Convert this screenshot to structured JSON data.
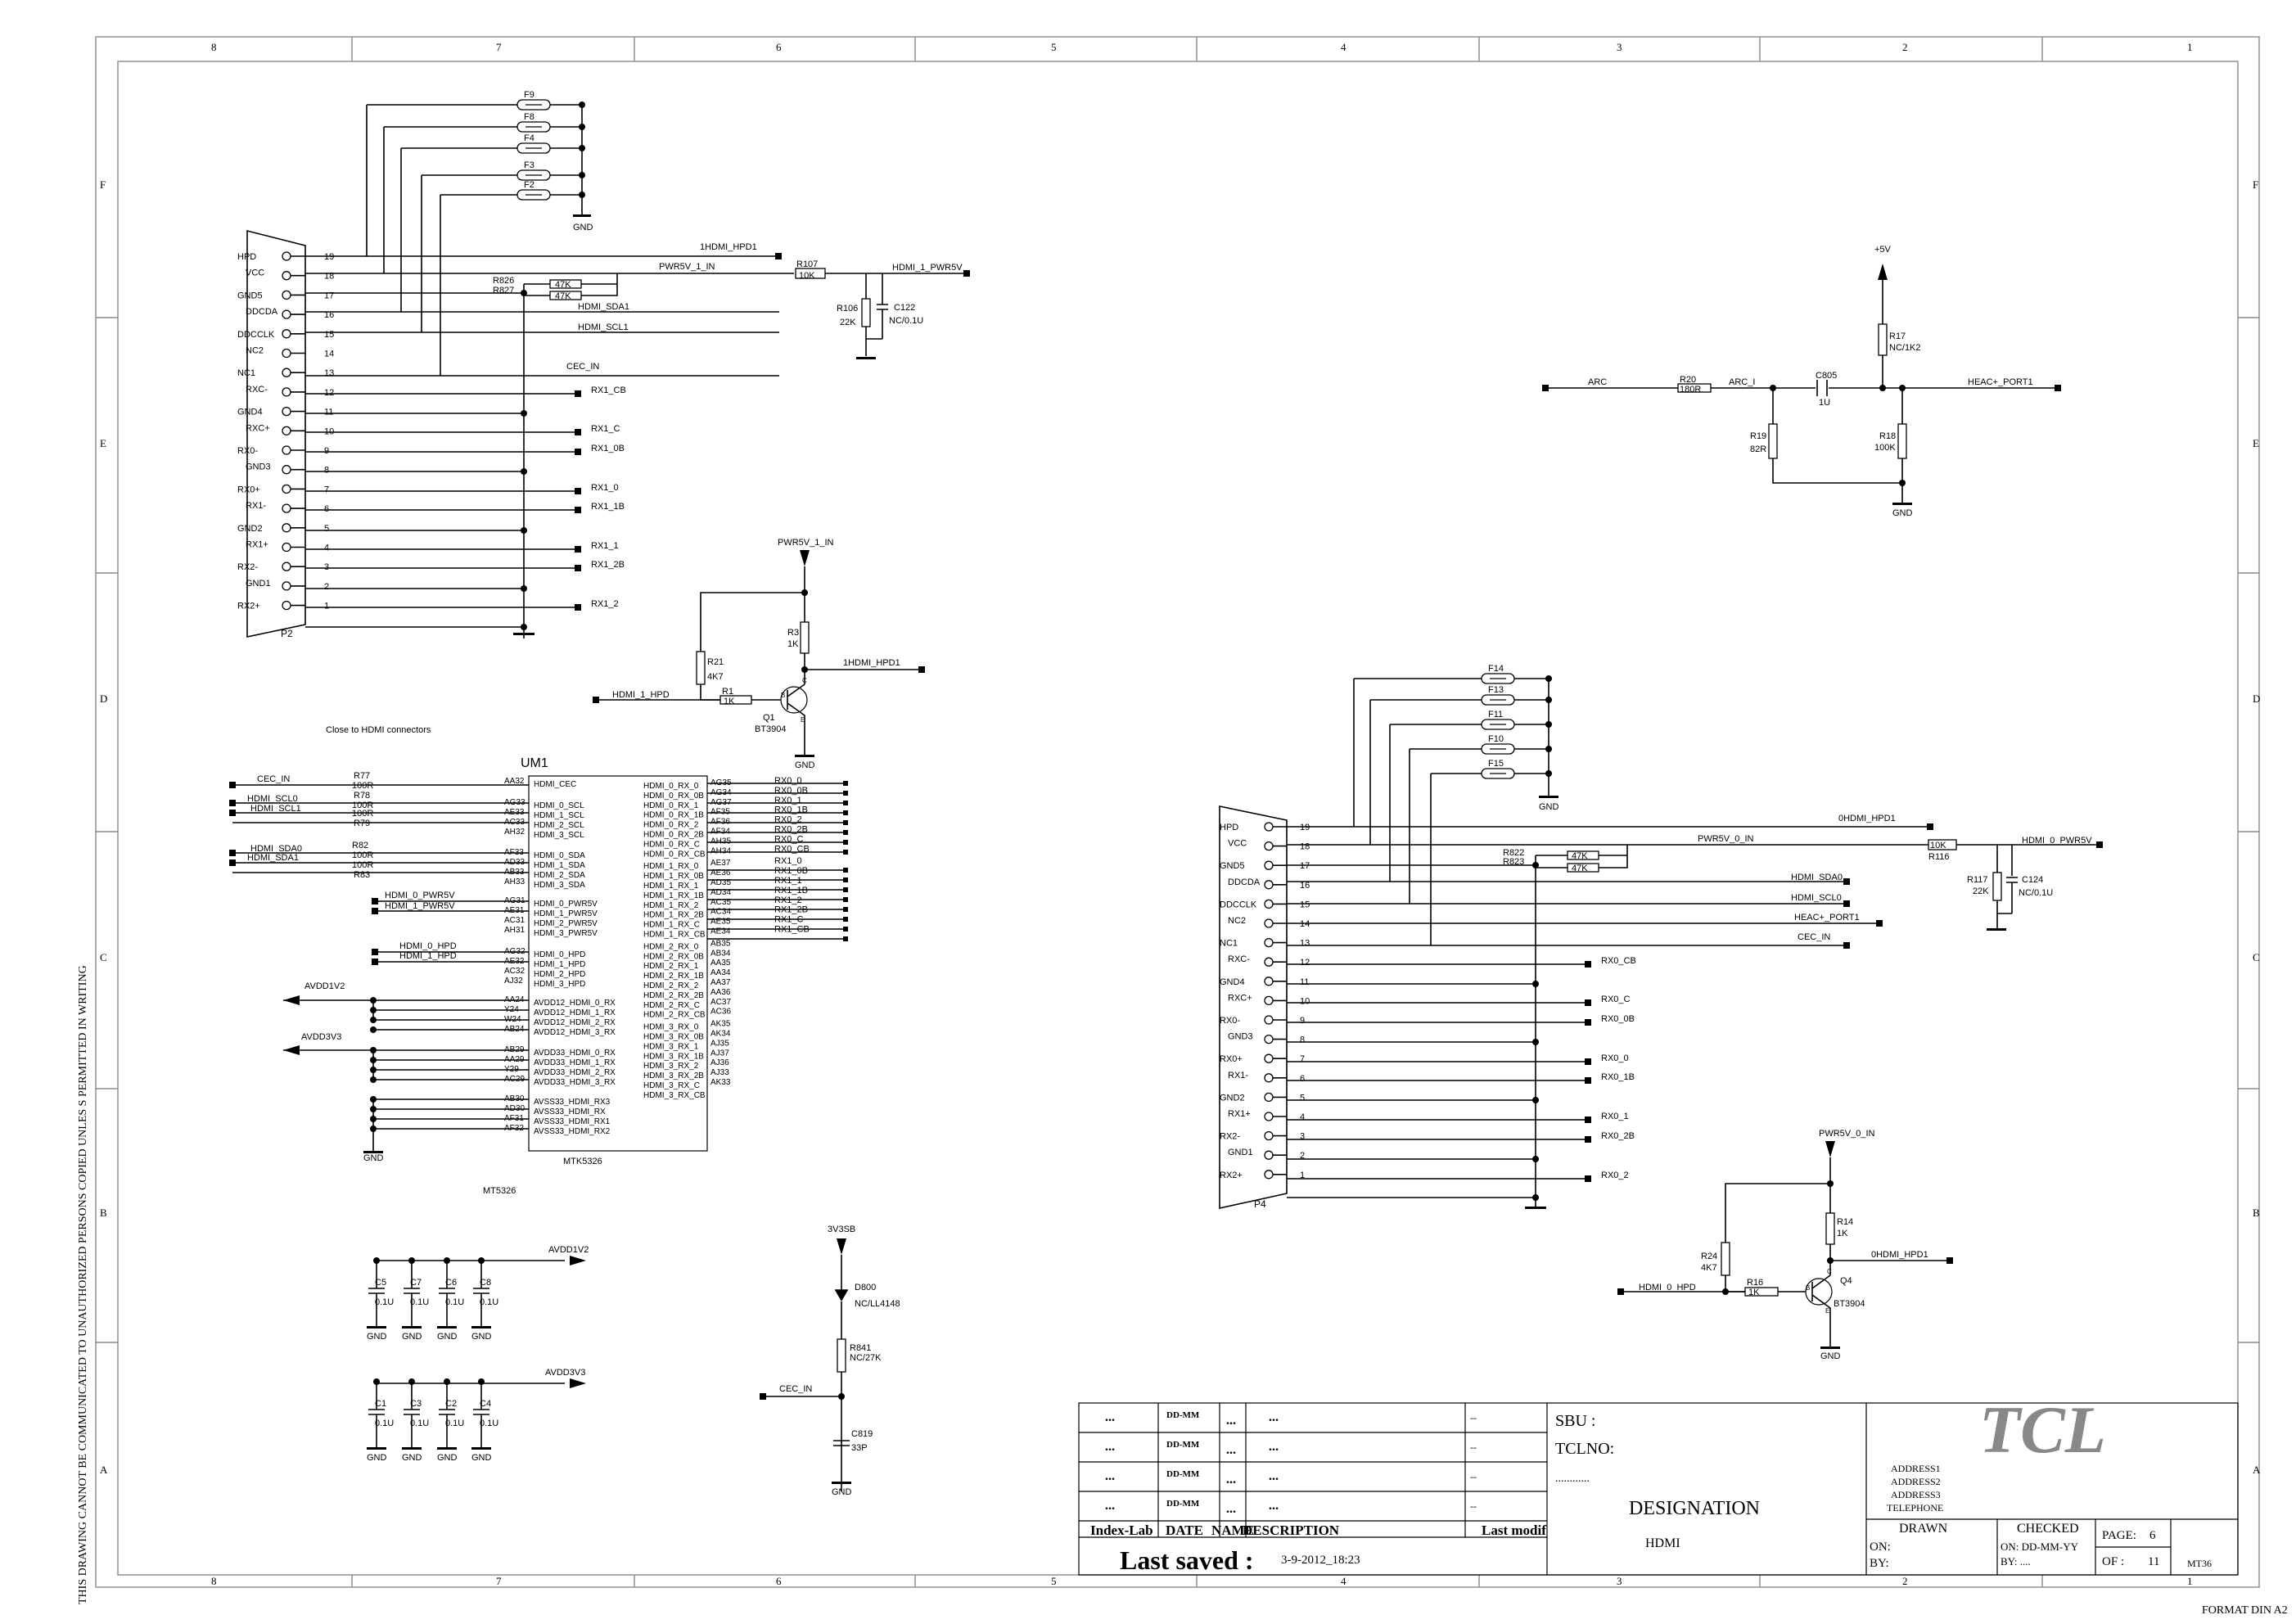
{
  "frame": {
    "columns_top": [
      "8",
      "7",
      "6",
      "5",
      "4",
      "3",
      "2",
      "1"
    ],
    "columns_bottom": [
      "8",
      "7",
      "6",
      "5",
      "4",
      "3",
      "2",
      "1"
    ],
    "rows": [
      "F",
      "E",
      "D",
      "C",
      "B",
      "A"
    ],
    "side_text": "THIS DRAWING CANNOT BE COMMUNICATED TO UNAUTHORIZED PERSONS COPIED UNLES S PERMITTED IN WRITING",
    "format": "FORMAT DIN A2"
  },
  "connector_p2": {
    "ref": "P2",
    "pins": [
      {
        "name": "HPD",
        "num": "19"
      },
      {
        "name": "VCC",
        "num": "18"
      },
      {
        "name": "GND5",
        "num": "17"
      },
      {
        "name": "DDCDA",
        "num": "16"
      },
      {
        "name": "DDCCLK",
        "num": "15"
      },
      {
        "name": "NC2",
        "num": "14"
      },
      {
        "name": "NC1",
        "num": "13"
      },
      {
        "name": "RXC-",
        "num": "12"
      },
      {
        "name": "GND4",
        "num": "11"
      },
      {
        "name": "RXC+",
        "num": "10"
      },
      {
        "name": "RX0-",
        "num": "9"
      },
      {
        "name": "GND3",
        "num": "8"
      },
      {
        "name": "RX0+",
        "num": "7"
      },
      {
        "name": "RX1-",
        "num": "6"
      },
      {
        "name": "GND2",
        "num": "5"
      },
      {
        "name": "RX1+",
        "num": "4"
      },
      {
        "name": "RX2-",
        "num": "3"
      },
      {
        "name": "GND1",
        "num": "2"
      },
      {
        "name": "RX2+",
        "num": "1"
      }
    ],
    "fuses": [
      "F9",
      "F8",
      "F4",
      "F3",
      "F2"
    ],
    "gnd": "GND",
    "nets": {
      "hpd": "1HDMI_HPD1",
      "pwr": "PWR5V_1_IN",
      "sda": "HDMI_SDA1",
      "scl": "HDMI_SCL1",
      "cec": "CEC_IN",
      "rxcb": "RX1_CB",
      "rxc": "RX1_C",
      "rx0b": "RX1_0B",
      "rx0": "RX1_0",
      "rx1b": "RX1_1B",
      "rx1": "RX1_1",
      "rx2b": "RX1_2B",
      "rx2": "RX1_2"
    },
    "r826": "R826",
    "r827": "R827",
    "r47k": "47K",
    "r107": "R107",
    "r107v": "10K",
    "pwr_out": "HDMI_1_PWR5V",
    "r106": "R106",
    "r106v": "22K",
    "c122": "C122",
    "c122v": "NC/0.1U"
  },
  "connector_p4": {
    "ref": "P4",
    "pins": [
      {
        "name": "HPD",
        "num": "19"
      },
      {
        "name": "VCC",
        "num": "18"
      },
      {
        "name": "GND5",
        "num": "17"
      },
      {
        "name": "DDCDA",
        "num": "16"
      },
      {
        "name": "DDCCLK",
        "num": "15"
      },
      {
        "name": "NC2",
        "num": "14"
      },
      {
        "name": "NC1",
        "num": "13"
      },
      {
        "name": "RXC-",
        "num": "12"
      },
      {
        "name": "GND4",
        "num": "11"
      },
      {
        "name": "RXC+",
        "num": "10"
      },
      {
        "name": "RX0-",
        "num": "9"
      },
      {
        "name": "GND3",
        "num": "8"
      },
      {
        "name": "RX0+",
        "num": "7"
      },
      {
        "name": "RX1-",
        "num": "6"
      },
      {
        "name": "GND2",
        "num": "5"
      },
      {
        "name": "RX1+",
        "num": "4"
      },
      {
        "name": "RX2-",
        "num": "3"
      },
      {
        "name": "GND1",
        "num": "2"
      },
      {
        "name": "RX2+",
        "num": "1"
      }
    ],
    "fuses": [
      "F14",
      "F13",
      "F11",
      "F10",
      "F15"
    ],
    "gnd": "GND",
    "nets": {
      "hpd": "0HDMI_HPD1",
      "pwr": "PWR5V_0_IN",
      "sda": "HDMI_SDA0",
      "scl": "HDMI_SCL0",
      "heac": "HEAC+_PORT1",
      "cec": "CEC_IN",
      "rxcb": "RX0_CB",
      "rxc": "RX0_C",
      "rx0b": "RX0_0B",
      "rx0": "RX0_0",
      "rx1b": "RX0_1B",
      "rx1": "RX0_1",
      "rx2b": "RX0_2B",
      "rx2": "RX0_2"
    },
    "r822": "R822",
    "r823": "R823",
    "r47k": "47K",
    "r116": "R116",
    "r116v": "10K",
    "pwr_out": "HDMI_0_PWR5V",
    "r117": "R117",
    "r117v": "22K",
    "c124": "C124",
    "c124v": "NC/0.1U"
  },
  "hpd_ckt_1": {
    "pwr": "PWR5V_1_IN",
    "r21": "R21",
    "r21v": "4K7",
    "r3": "R3",
    "r3v": "1K",
    "out": "1HDMI_HPD1",
    "in": "HDMI_1_HPD",
    "r1": "R1",
    "r1v": "1K",
    "q": "Q1",
    "qv": "BT3904",
    "gnd": "GND",
    "b": "B",
    "c": "C",
    "e": "E"
  },
  "hpd_ckt_0": {
    "pwr": "PWR5V_0_IN",
    "r24": "R24",
    "r24v": "4K7",
    "r14": "R14",
    "r14v": "1K",
    "out": "0HDMI_HPD1",
    "in": "HDMI_0_HPD",
    "r16": "R16",
    "r16v": "1K",
    "q": "Q4",
    "qv": "BT3904",
    "gnd": "GND",
    "b": "B",
    "c": "C",
    "e": "E"
  },
  "arc": {
    "p5v": "+5V",
    "r17": "R17",
    "r17v": "NC/1K2",
    "arc": "ARC",
    "r20": "R20",
    "r20v": "180R",
    "arc_i": "ARC_I",
    "c805": "C805",
    "c805v": "1U",
    "heac": "HEAC+_PORT1",
    "r19": "R19",
    "r19v": "82R",
    "r18": "R18",
    "r18v": "100K",
    "gnd": "GND"
  },
  "um1": {
    "title": "UM1",
    "note": "Close to HDMI connectors",
    "chip": "MTK5326",
    "soc": "MT5326",
    "left_nets": {
      "cec": "CEC_IN",
      "scl0": "HDMI_SCL0",
      "scl1": "HDMI_SCL1",
      "sda0": "HDMI_SDA0",
      "sda1": "HDMI_SDA1",
      "pwr0": "HDMI_0_PWR5V",
      "pwr1": "HDMI_1_PWR5V",
      "hpd0": "HDMI_0_HPD",
      "hpd1": "HDMI_1_HPD",
      "avdd12": "AVDD1V2",
      "avdd33": "AVDD3V3",
      "gnd": "GND"
    },
    "resistors": [
      {
        "ref": "R77",
        "val": "100R"
      },
      {
        "ref": "R78",
        "val": "100R"
      },
      {
        "ref": "R79",
        "val": "100R"
      },
      {
        "ref": "R82",
        "val": "100R"
      },
      {
        "ref": "R83",
        "val": "100R"
      }
    ],
    "left_pins": [
      {
        "ball": "AA32",
        "name": "HDMI_CEC"
      },
      {
        "ball": "AG33",
        "name": "HDMI_0_SCL"
      },
      {
        "ball": "AE33",
        "name": "HDMI_1_SCL"
      },
      {
        "ball": "AC33",
        "name": "HDMI_2_SCL"
      },
      {
        "ball": "AH32",
        "name": "HDMI_3_SCL"
      },
      {
        "ball": "AF33",
        "name": "HDMI_0_SDA"
      },
      {
        "ball": "AD33",
        "name": "HDMI_1_SDA"
      },
      {
        "ball": "AB33",
        "name": "HDMI_2_SDA"
      },
      {
        "ball": "AH33",
        "name": "HDMI_3_SDA"
      },
      {
        "ball": "AG31",
        "name": "HDMI_0_PWR5V"
      },
      {
        "ball": "AE31",
        "name": "HDMI_1_PWR5V"
      },
      {
        "ball": "AC31",
        "name": "HDMI_2_PWR5V"
      },
      {
        "ball": "AH31",
        "name": "HDMI_3_PWR5V"
      },
      {
        "ball": "AG32",
        "name": "HDMI_0_HPD"
      },
      {
        "ball": "AE32",
        "name": "HDMI_1_HPD"
      },
      {
        "ball": "AC32",
        "name": "HDMI_2_HPD"
      },
      {
        "ball": "AJ32",
        "name": "HDMI_3_HPD"
      },
      {
        "ball": "AA24",
        "name": "AVDD12_HDMI_0_RX"
      },
      {
        "ball": "Y24",
        "name": "AVDD12_HDMI_1_RX"
      },
      {
        "ball": "W24",
        "name": "AVDD12_HDMI_2_RX"
      },
      {
        "ball": "AB24",
        "name": "AVDD12_HDMI_3_RX"
      },
      {
        "ball": "AB29",
        "name": "AVDD33_HDMI_0_RX"
      },
      {
        "ball": "AA29",
        "name": "AVDD33_HDMI_1_RX"
      },
      {
        "ball": "Y29",
        "name": "AVDD33_HDMI_2_RX"
      },
      {
        "ball": "AC29",
        "name": "AVDD33_HDMI_3_RX"
      },
      {
        "ball": "AB30",
        "name": "AVSS33_HDMI_RX3"
      },
      {
        "ball": "AD30",
        "name": "AVSS33_HDMI_RX"
      },
      {
        "ball": "AF31",
        "name": "AVSS33_HDMI_RX1"
      },
      {
        "ball": "AF32",
        "name": "AVSS33_HDMI_RX2"
      }
    ],
    "right_pins": [
      {
        "name": "HDMI_0_RX_0",
        "ball": "AG35",
        "net": "RX0_0"
      },
      {
        "name": "HDMI_0_RX_0B",
        "ball": "AG34",
        "net": "RX0_0B"
      },
      {
        "name": "HDMI_0_RX_1",
        "ball": "AG37",
        "net": "RX0_1"
      },
      {
        "name": "HDMI_0_RX_1B",
        "ball": "AF35",
        "net": "RX0_1B"
      },
      {
        "name": "HDMI_0_RX_2",
        "ball": "AF36",
        "net": "RX0_2"
      },
      {
        "name": "HDMI_0_RX_2B",
        "ball": "AF34",
        "net": "RX0_2B"
      },
      {
        "name": "HDMI_0_RX_C",
        "ball": "AH35",
        "net": "RX0_C"
      },
      {
        "name": "HDMI_0_RX_CB",
        "ball": "AH34",
        "net": "RX0_CB"
      },
      {
        "name": "HDMI_1_RX_0",
        "ball": "AE37",
        "net": "RX1_0"
      },
      {
        "name": "HDMI_1_RX_0B",
        "ball": "AE36",
        "net": "RX1_0B"
      },
      {
        "name": "HDMI_1_RX_1",
        "ball": "AD35",
        "net": "RX1_1"
      },
      {
        "name": "HDMI_1_RX_1B",
        "ball": "AD34",
        "net": "RX1_1B"
      },
      {
        "name": "HDMI_1_RX_2",
        "ball": "AC35",
        "net": "RX1_2"
      },
      {
        "name": "HDMI_1_RX_2B",
        "ball": "AC34",
        "net": "RX1_2B"
      },
      {
        "name": "HDMI_1_RX_C",
        "ball": "AE35",
        "net": "RX1_C"
      },
      {
        "name": "HDMI_1_RX_CB",
        "ball": "AE34",
        "net": "RX1_CB"
      },
      {
        "name": "HDMI_2_RX_0",
        "ball": "AB35",
        "net": ""
      },
      {
        "name": "HDMI_2_RX_0B",
        "ball": "AB34",
        "net": ""
      },
      {
        "name": "HDMI_2_RX_1",
        "ball": "AA35",
        "net": ""
      },
      {
        "name": "HDMI_2_RX_1B",
        "ball": "AA34",
        "net": ""
      },
      {
        "name": "HDMI_2_RX_2",
        "ball": "AA37",
        "net": ""
      },
      {
        "name": "HDMI_2_RX_2B",
        "ball": "AA36",
        "net": ""
      },
      {
        "name": "HDMI_2_RX_C",
        "ball": "AC37",
        "net": ""
      },
      {
        "name": "HDMI_2_RX_CB",
        "ball": "AC36",
        "net": ""
      },
      {
        "name": "HDMI_3_RX_0",
        "ball": "AK35",
        "net": ""
      },
      {
        "name": "HDMI_3_RX_0B",
        "ball": "AK34",
        "net": ""
      },
      {
        "name": "HDMI_3_RX_1",
        "ball": "AJ35",
        "net": ""
      },
      {
        "name": "HDMI_3_RX_1B",
        "ball": "AJ37",
        "net": ""
      },
      {
        "name": "HDMI_3_RX_2",
        "ball": "AJ36",
        "net": ""
      },
      {
        "name": "HDMI_3_RX_2B",
        "ball": "AJ33",
        "net": ""
      },
      {
        "name": "HDMI_3_RX_C",
        "ball": "AK33",
        "net": ""
      },
      {
        "name": "HDMI_3_RX_CB",
        "ball": "",
        "net": ""
      }
    ]
  },
  "decoupling": {
    "avdd12": "AVDD1V2",
    "avdd33": "AVDD3V3",
    "gnd": "GND",
    "row1": [
      {
        "ref": "C5",
        "val": "0.1U"
      },
      {
        "ref": "C7",
        "val": "0.1U"
      },
      {
        "ref": "C6",
        "val": "0.1U"
      },
      {
        "ref": "C8",
        "val": "0.1U"
      }
    ],
    "row2": [
      {
        "ref": "C1",
        "val": "0.1U"
      },
      {
        "ref": "C3",
        "val": "0.1U"
      },
      {
        "ref": "C2",
        "val": "0.1U"
      },
      {
        "ref": "C4",
        "val": "0.1U"
      }
    ]
  },
  "cec_ckt": {
    "p33": "3V3SB",
    "d800": "D800",
    "d800v": "NC/LL4148",
    "r841": "R841",
    "r841v": "NC/27K",
    "cec": "CEC_IN",
    "c819": "C819",
    "c819v": "33P",
    "gnd": "GND"
  },
  "title_block": {
    "dots": "...",
    "ddmm": "DD-MM",
    "dash": "--",
    "headers": {
      "index": "Index-Lab",
      "date": "DATE",
      "name": "NAME",
      "desc": "DESCRIPTION",
      "last": "Last modif"
    },
    "last_saved_label": "Last saved :",
    "last_saved": "3-9-2012_18:23",
    "sbu": "SBU :",
    "tclno": "TCLNO:",
    "tcl_dots": "............",
    "designation": "DESIGNATION",
    "designation_value": "HDMI",
    "company": "TCL",
    "addresses": [
      "ADDRESS1",
      "ADDRESS2",
      "ADDRESS3",
      "TELEPHONE"
    ],
    "drawn": "DRAWN",
    "checked": "CHECKED",
    "on": "ON:",
    "by": "BY:",
    "on_checked": "ON:  DD-MM-YY",
    "by_checked": "BY:   ....",
    "page_label": "PAGE:",
    "page": "6",
    "of_label": "OF :",
    "of": "11",
    "model": "MT36"
  }
}
